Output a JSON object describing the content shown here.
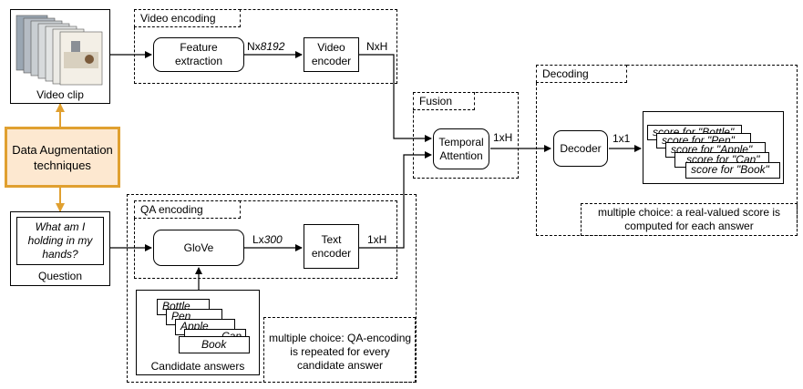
{
  "video_clip": {
    "label": "Video clip"
  },
  "augmentation": {
    "label": "Data Augmentation techniques",
    "border_color": "#e0a030",
    "fill_color": "#fde8d0"
  },
  "video_encoding": {
    "title": "Video encoding",
    "feature_extraction": "Feature extraction",
    "video_encoder": "Video encoder",
    "dim_features_prefix": "Nx",
    "dim_features_value": "8192",
    "dim_out": "NxH"
  },
  "fusion": {
    "title": "Fusion",
    "temporal_attention": "Temporal Attention",
    "dim_out": "1xH"
  },
  "decoding": {
    "title": "Decoding",
    "decoder": "Decoder",
    "dim_out": "1x1",
    "scores": [
      "score for \"Bottle\"",
      "score for \"Pen\"",
      "score for \"Apple\"",
      "score for \"Can\"",
      "score for \"Book\""
    ],
    "note": "multiple choice: a real-valued score is computed for each answer"
  },
  "qa_encoding": {
    "title": "QA encoding",
    "glove": "GloVe",
    "text_encoder": "Text encoder",
    "dim_glove_prefix": "Lx",
    "dim_glove_value": "300",
    "dim_out": "1xH",
    "note": "multiple choice: QA-encoding is repeated for every candidate answer"
  },
  "question": {
    "text": "What am I holding in my hands?",
    "label": "Question"
  },
  "candidates": {
    "label": "Candidate answers",
    "answers": [
      "Bottle",
      "Pen",
      "Apple",
      "Can",
      "Book"
    ]
  }
}
